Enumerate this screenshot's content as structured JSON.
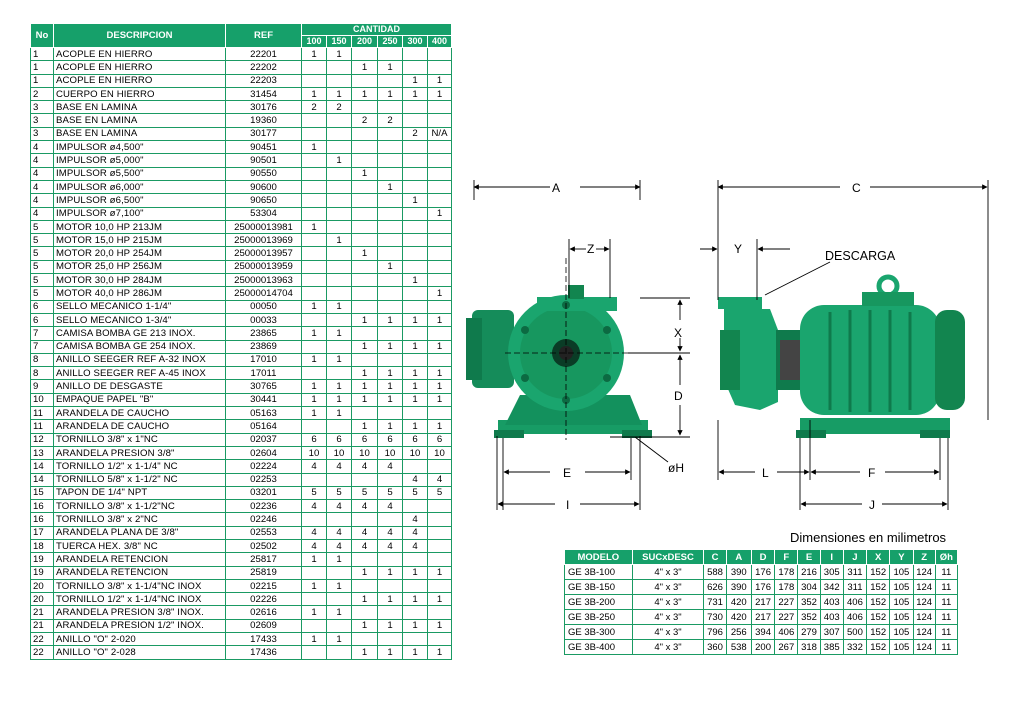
{
  "parts_table": {
    "headers": {
      "no": "No",
      "desc": "DESCRIPCION",
      "ref": "REF",
      "cantidad": "CANTIDAD",
      "sizes": [
        "100",
        "150",
        "200",
        "250",
        "300",
        "400"
      ]
    },
    "rows": [
      [
        "1",
        "ACOPLE EN HIERRO",
        "22201",
        "1",
        "1",
        "",
        "",
        "",
        ""
      ],
      [
        "1",
        "ACOPLE EN HIERRO",
        "22202",
        "",
        "",
        "1",
        "1",
        "",
        ""
      ],
      [
        "1",
        "ACOPLE EN HIERRO",
        "22203",
        "",
        "",
        "",
        "",
        "1",
        "1"
      ],
      [
        "2",
        "CUERPO EN HIERRO",
        "31454",
        "1",
        "1",
        "1",
        "1",
        "1",
        "1"
      ],
      [
        "3",
        "BASE EN LAMINA",
        "30176",
        "2",
        "2",
        "",
        "",
        "",
        ""
      ],
      [
        "3",
        "BASE EN LAMINA",
        "19360",
        "",
        "",
        "2",
        "2",
        "",
        ""
      ],
      [
        "3",
        "BASE EN LAMINA",
        "30177",
        "",
        "",
        "",
        "",
        "2",
        "N/A"
      ],
      [
        "4",
        "IMPULSOR  ø4,500\"",
        "90451",
        "1",
        "",
        "",
        "",
        "",
        ""
      ],
      [
        "4",
        "IMPULSOR  ø5,000\"",
        "90501",
        "",
        "1",
        "",
        "",
        "",
        ""
      ],
      [
        "4",
        "IMPULSOR  ø5,500\"",
        "90550",
        "",
        "",
        "1",
        "",
        "",
        ""
      ],
      [
        "4",
        "IMPULSOR  ø6,000\"",
        "90600",
        "",
        "",
        "",
        "1",
        "",
        ""
      ],
      [
        "4",
        "IMPULSOR  ø6,500\"",
        "90650",
        "",
        "",
        "",
        "",
        "1",
        ""
      ],
      [
        "4",
        "IMPULSOR  ø7,100\"",
        "53304",
        "",
        "",
        "",
        "",
        "",
        "1"
      ],
      [
        "5",
        "MOTOR 10,0 HP 213JM",
        "25000013981",
        "1",
        "",
        "",
        "",
        "",
        ""
      ],
      [
        "5",
        "MOTOR 15,0 HP 215JM",
        "25000013969",
        "",
        "1",
        "",
        "",
        "",
        ""
      ],
      [
        "5",
        "MOTOR 20,0 HP 254JM",
        "25000013957",
        "",
        "",
        "1",
        "",
        "",
        ""
      ],
      [
        "5",
        "MOTOR 25,0 HP 256JM",
        "25000013959",
        "",
        "",
        "",
        "1",
        "",
        ""
      ],
      [
        "5",
        "MOTOR 30,0 HP 284JM",
        "25000013963",
        "",
        "",
        "",
        "",
        "1",
        ""
      ],
      [
        "5",
        "MOTOR 40,0 HP 286JM",
        "25000014704",
        "",
        "",
        "",
        "",
        "",
        "1"
      ],
      [
        "6",
        "SELLO MECANICO 1-1/4\"",
        "00050",
        "1",
        "1",
        "",
        "",
        "",
        ""
      ],
      [
        "6",
        "SELLO MECANICO 1-3/4\"",
        "00033",
        "",
        "",
        "1",
        "1",
        "1",
        "1"
      ],
      [
        "7",
        "CAMISA BOMBA GE 213 INOX.",
        "23865",
        "1",
        "1",
        "",
        "",
        "",
        ""
      ],
      [
        "7",
        "CAMISA BOMBA GE 254 INOX.",
        "23869",
        "",
        "",
        "1",
        "1",
        "1",
        "1"
      ],
      [
        "8",
        "ANILLO SEEGER REF A-32 INOX",
        "17010",
        "1",
        "1",
        "",
        "",
        "",
        ""
      ],
      [
        "8",
        "ANILLO SEEGER REF A-45 INOX",
        "17011",
        "",
        "",
        "1",
        "1",
        "1",
        "1"
      ],
      [
        "9",
        "ANILLO DE DESGASTE",
        "30765",
        "1",
        "1",
        "1",
        "1",
        "1",
        "1"
      ],
      [
        "10",
        "EMPAQUE PAPEL \"B\"",
        "30441",
        "1",
        "1",
        "1",
        "1",
        "1",
        "1"
      ],
      [
        "11",
        "ARANDELA DE CAUCHO",
        "05163",
        "1",
        "1",
        "",
        "",
        "",
        ""
      ],
      [
        "11",
        "ARANDELA DE CAUCHO",
        "05164",
        "",
        "",
        "1",
        "1",
        "1",
        "1"
      ],
      [
        "12",
        "TORNILLO 3/8\" x 1\"NC",
        "02037",
        "6",
        "6",
        "6",
        "6",
        "6",
        "6"
      ],
      [
        "13",
        "ARANDELA PRESION 3/8\"",
        "02604",
        "10",
        "10",
        "10",
        "10",
        "10",
        "10"
      ],
      [
        "14",
        "TORNILLO 1/2\" x 1-1/4\" NC",
        "02224",
        "4",
        "4",
        "4",
        "4",
        "",
        ""
      ],
      [
        "14",
        "TORNILLO 5/8\" x 1-1/2\" NC",
        "02253",
        "",
        "",
        "",
        "",
        "4",
        "4"
      ],
      [
        "15",
        "TAPON DE 1/4\" NPT",
        "03201",
        "5",
        "5",
        "5",
        "5",
        "5",
        "5"
      ],
      [
        "16",
        "TORNILLO 3/8\" x 1-1/2\"NC",
        "02236",
        "4",
        "4",
        "4",
        "4",
        "",
        ""
      ],
      [
        "16",
        "TORNILLO 3/8\" x 2\"NC",
        "02246",
        "",
        "",
        "",
        "",
        "4",
        ""
      ],
      [
        "17",
        "ARANDELA PLANA DE 3/8\"",
        "02553",
        "4",
        "4",
        "4",
        "4",
        "4",
        ""
      ],
      [
        "18",
        "TUERCA HEX. 3/8\" NC",
        "02502",
        "4",
        "4",
        "4",
        "4",
        "4",
        ""
      ],
      [
        "19",
        "ARANDELA RETENCION",
        "25817",
        "1",
        "1",
        "",
        "",
        "",
        ""
      ],
      [
        "19",
        "ARANDELA RETENCION",
        "25819",
        "",
        "",
        "1",
        "1",
        "1",
        "1"
      ],
      [
        "20",
        "TORNILLO 3/8\" x 1-1/4\"NC INOX",
        "02215",
        "1",
        "1",
        "",
        "",
        "",
        ""
      ],
      [
        "20",
        "TORNILLO 1/2\" x 1-1/4\"NC INOX",
        "02226",
        "",
        "",
        "1",
        "1",
        "1",
        "1"
      ],
      [
        "21",
        "ARANDELA PRESION 3/8\" INOX.",
        "02616",
        "1",
        "1",
        "",
        "",
        "",
        ""
      ],
      [
        "21",
        "ARANDELA PRESION 1/2\" INOX.",
        "02609",
        "",
        "",
        "1",
        "1",
        "1",
        "1"
      ],
      [
        "22",
        "ANILLO \"O\" 2-020",
        "17433",
        "1",
        "1",
        "",
        "",
        "",
        ""
      ],
      [
        "22",
        "ANILLO \"O\" 2-028",
        "17436",
        "",
        "",
        "1",
        "1",
        "1",
        "1"
      ]
    ]
  },
  "drawing": {
    "labels": {
      "A": "A",
      "C": "C",
      "Z": "Z",
      "Y": "Y",
      "X": "X",
      "D": "D",
      "E": "E",
      "I": "I",
      "L": "L",
      "F": "F",
      "J": "J",
      "H": "øH",
      "descarga": "DESCARGA"
    },
    "pump_color": "#1aa56e"
  },
  "dimensions_table": {
    "title": "Dimensiones en milimetros",
    "headers": [
      "MODELO",
      "SUCxDESC",
      "C",
      "A",
      "D",
      "F",
      "E",
      "I",
      "J",
      "X",
      "Y",
      "Z",
      "Øh"
    ],
    "rows": [
      [
        "GE 3B-100",
        "4\" x 3\"",
        "588",
        "390",
        "176",
        "178",
        "216",
        "305",
        "311",
        "152",
        "105",
        "124",
        "11"
      ],
      [
        "GE 3B-150",
        "4\" x 3\"",
        "626",
        "390",
        "176",
        "178",
        "304",
        "342",
        "311",
        "152",
        "105",
        "124",
        "11"
      ],
      [
        "GE 3B-200",
        "4\" x 3\"",
        "731",
        "420",
        "217",
        "227",
        "352",
        "403",
        "406",
        "152",
        "105",
        "124",
        "11"
      ],
      [
        "GE 3B-250",
        "4\" x 3\"",
        "730",
        "420",
        "217",
        "227",
        "352",
        "403",
        "406",
        "152",
        "105",
        "124",
        "11"
      ],
      [
        "GE 3B-300",
        "4\" x 3\"",
        "796",
        "256",
        "394",
        "406",
        "279",
        "307",
        "500",
        "152",
        "105",
        "124",
        "11"
      ],
      [
        "GE 3B-400",
        "4\" x 3\"",
        "360",
        "538",
        "200",
        "267",
        "318",
        "385",
        "332",
        "152",
        "105",
        "124",
        "11"
      ]
    ]
  }
}
